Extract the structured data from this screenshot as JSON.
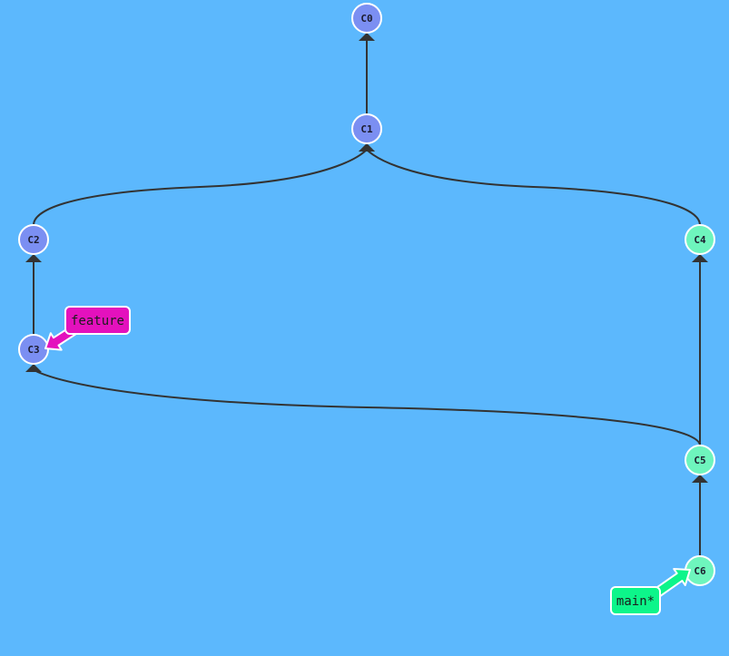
{
  "colors": {
    "background": "#5cb8fd",
    "commit_blue": "#7b8ff2",
    "commit_green": "#6ef5bd",
    "edge": "#333333",
    "feature_branch": "#e411bd",
    "main_branch": "#0df58a"
  },
  "commits": [
    {
      "id": "c0",
      "label": "C0",
      "tone": "blue"
    },
    {
      "id": "c1",
      "label": "C1",
      "tone": "blue"
    },
    {
      "id": "c2",
      "label": "C2",
      "tone": "blue"
    },
    {
      "id": "c3",
      "label": "C3",
      "tone": "blue"
    },
    {
      "id": "c4",
      "label": "C4",
      "tone": "green"
    },
    {
      "id": "c5",
      "label": "C5",
      "tone": "green"
    },
    {
      "id": "c6",
      "label": "C6",
      "tone": "green"
    }
  ],
  "edges": [
    {
      "from": "c1",
      "to": "c0"
    },
    {
      "from": "c2",
      "to": "c1"
    },
    {
      "from": "c4",
      "to": "c1"
    },
    {
      "from": "c3",
      "to": "c2"
    },
    {
      "from": "c5",
      "to": "c4"
    },
    {
      "from": "c5",
      "to": "c3"
    },
    {
      "from": "c6",
      "to": "c5"
    }
  ],
  "branches": [
    {
      "id": "feature",
      "label": "feature",
      "target": "c3"
    },
    {
      "id": "main",
      "label": "main*",
      "target": "c6"
    }
  ]
}
